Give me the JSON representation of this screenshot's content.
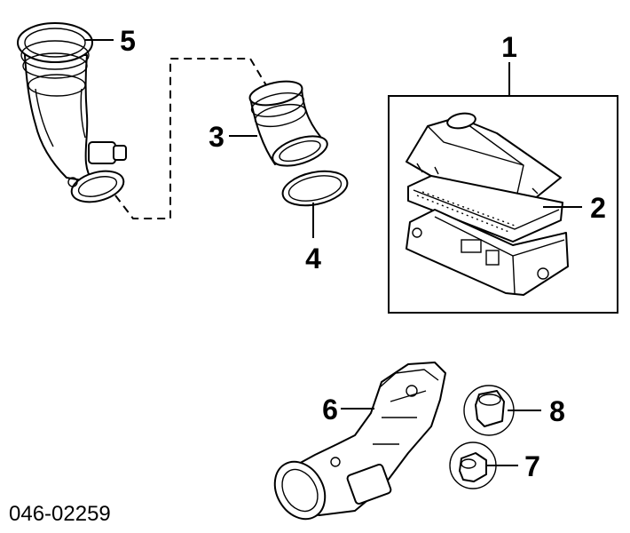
{
  "diagram": {
    "callouts": [
      "1",
      "2",
      "3",
      "4",
      "5",
      "6",
      "7",
      "8"
    ],
    "reference_number": "046-02259"
  }
}
